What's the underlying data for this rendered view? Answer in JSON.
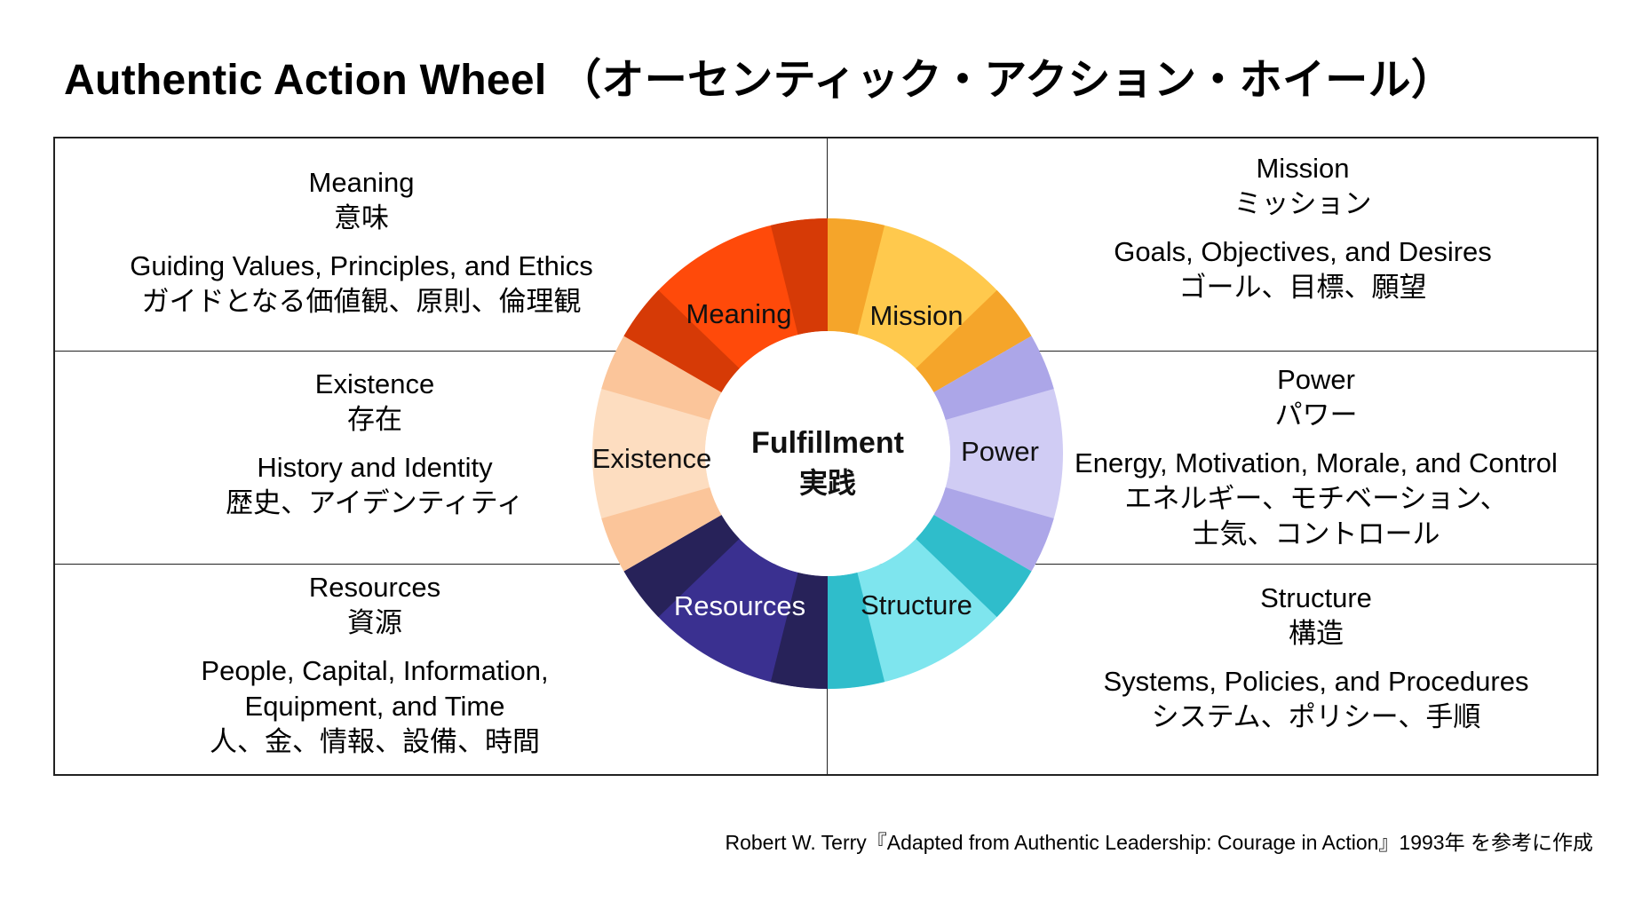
{
  "title": "Authentic Action Wheel （オーセンティック・アクション・ホイール）",
  "center": {
    "en": "Fulfillment",
    "jp": "実践"
  },
  "quadrants": {
    "meaning": {
      "en": "Meaning",
      "jp": "意味",
      "desc_en": [
        "Guiding Values, Principles, and Ethics"
      ],
      "desc_jp": [
        "ガイドとなる価値観、原則、倫理観"
      ]
    },
    "mission": {
      "en": "Mission",
      "jp": "ミッション",
      "desc_en": [
        "Goals, Objectives, and Desires"
      ],
      "desc_jp": [
        "ゴール、目標、願望"
      ]
    },
    "existence": {
      "en": "Existence",
      "jp": "存在",
      "desc_en": [
        "History and Identity"
      ],
      "desc_jp": [
        "歴史、アイデンティティ"
      ]
    },
    "power": {
      "en": "Power",
      "jp": "パワー",
      "desc_en": [
        "Energy, Motivation, Morale, and Control"
      ],
      "desc_jp": [
        "エネルギー、モチベーション、",
        "士気、コントロール"
      ]
    },
    "resources": {
      "en": "Resources",
      "jp": "資源",
      "desc_en": [
        "People, Capital, Information,",
        "Equipment, and Time"
      ],
      "desc_jp": [
        "人、金、情報、設備、時間"
      ]
    },
    "structure": {
      "en": "Structure",
      "jp": "構造",
      "desc_en": [
        "Systems, Policies, and Procedures"
      ],
      "desc_jp": [
        "システム、ポリシー、手順"
      ]
    }
  },
  "wheel_segments": [
    {
      "key": "mission",
      "label": "Mission",
      "color": "#FFC94D",
      "edge_color": "#F5A52A",
      "label_color": "#111111"
    },
    {
      "key": "power",
      "label": "Power",
      "color": "#D0CCF4",
      "edge_color": "#ACA6E8",
      "label_color": "#111111"
    },
    {
      "key": "structure",
      "label": "Structure",
      "color": "#7EE5EE",
      "edge_color": "#2FBDCB",
      "label_color": "#111111"
    },
    {
      "key": "resources",
      "label": "Resources",
      "color": "#3A3090",
      "edge_color": "#272259",
      "label_color": "#FFFFFF"
    },
    {
      "key": "existence",
      "label": "Existence",
      "color": "#FDDDC0",
      "edge_color": "#FBC59A",
      "label_color": "#111111"
    },
    {
      "key": "meaning",
      "label": "Meaning",
      "color": "#FF4A0A",
      "edge_color": "#D63A06",
      "label_color": "#111111"
    }
  ],
  "source": "Robert W. Terry『Adapted from Authentic Leadership: Courage in Action』1993年 を参考に作成"
}
